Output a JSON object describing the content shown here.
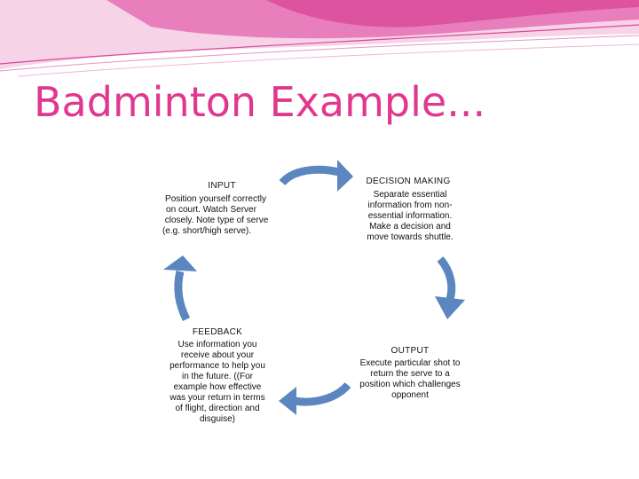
{
  "slide": {
    "title": "Badminton Example..."
  },
  "colors": {
    "title": "#e0388f",
    "header_pink": "#e05aa8",
    "header_light": "#f3c4e0",
    "arrow": "#5b86c0"
  },
  "diagram": {
    "stages": {
      "input": {
        "title": "INPUT",
        "lines": [
          "Position yourself correctly",
          "on court. Watch Server",
          "closely. Note type of serve",
          "(e.g. short/high serve)."
        ]
      },
      "decision": {
        "title": "DECISION MAKING",
        "lines": [
          "Separate essential",
          "information from non-",
          "essential information.",
          "Make a decision and",
          "move towards shuttle."
        ]
      },
      "output": {
        "title": "OUTPUT",
        "lines": [
          "Execute particular shot to",
          "return the serve to a",
          "position which challenges",
          "opponent"
        ]
      },
      "feedback": {
        "title": "FEEDBACK",
        "lines": [
          "Use information you",
          "receive about your",
          "performance to help you",
          "in the future. ((For",
          "example how effective",
          "was your return in terms",
          "of flight, direction and",
          "disguise)"
        ]
      }
    },
    "arrows": [
      "arrow-input-to-decision",
      "arrow-decision-to-output",
      "arrow-output-to-feedback",
      "arrow-feedback-to-input"
    ]
  }
}
